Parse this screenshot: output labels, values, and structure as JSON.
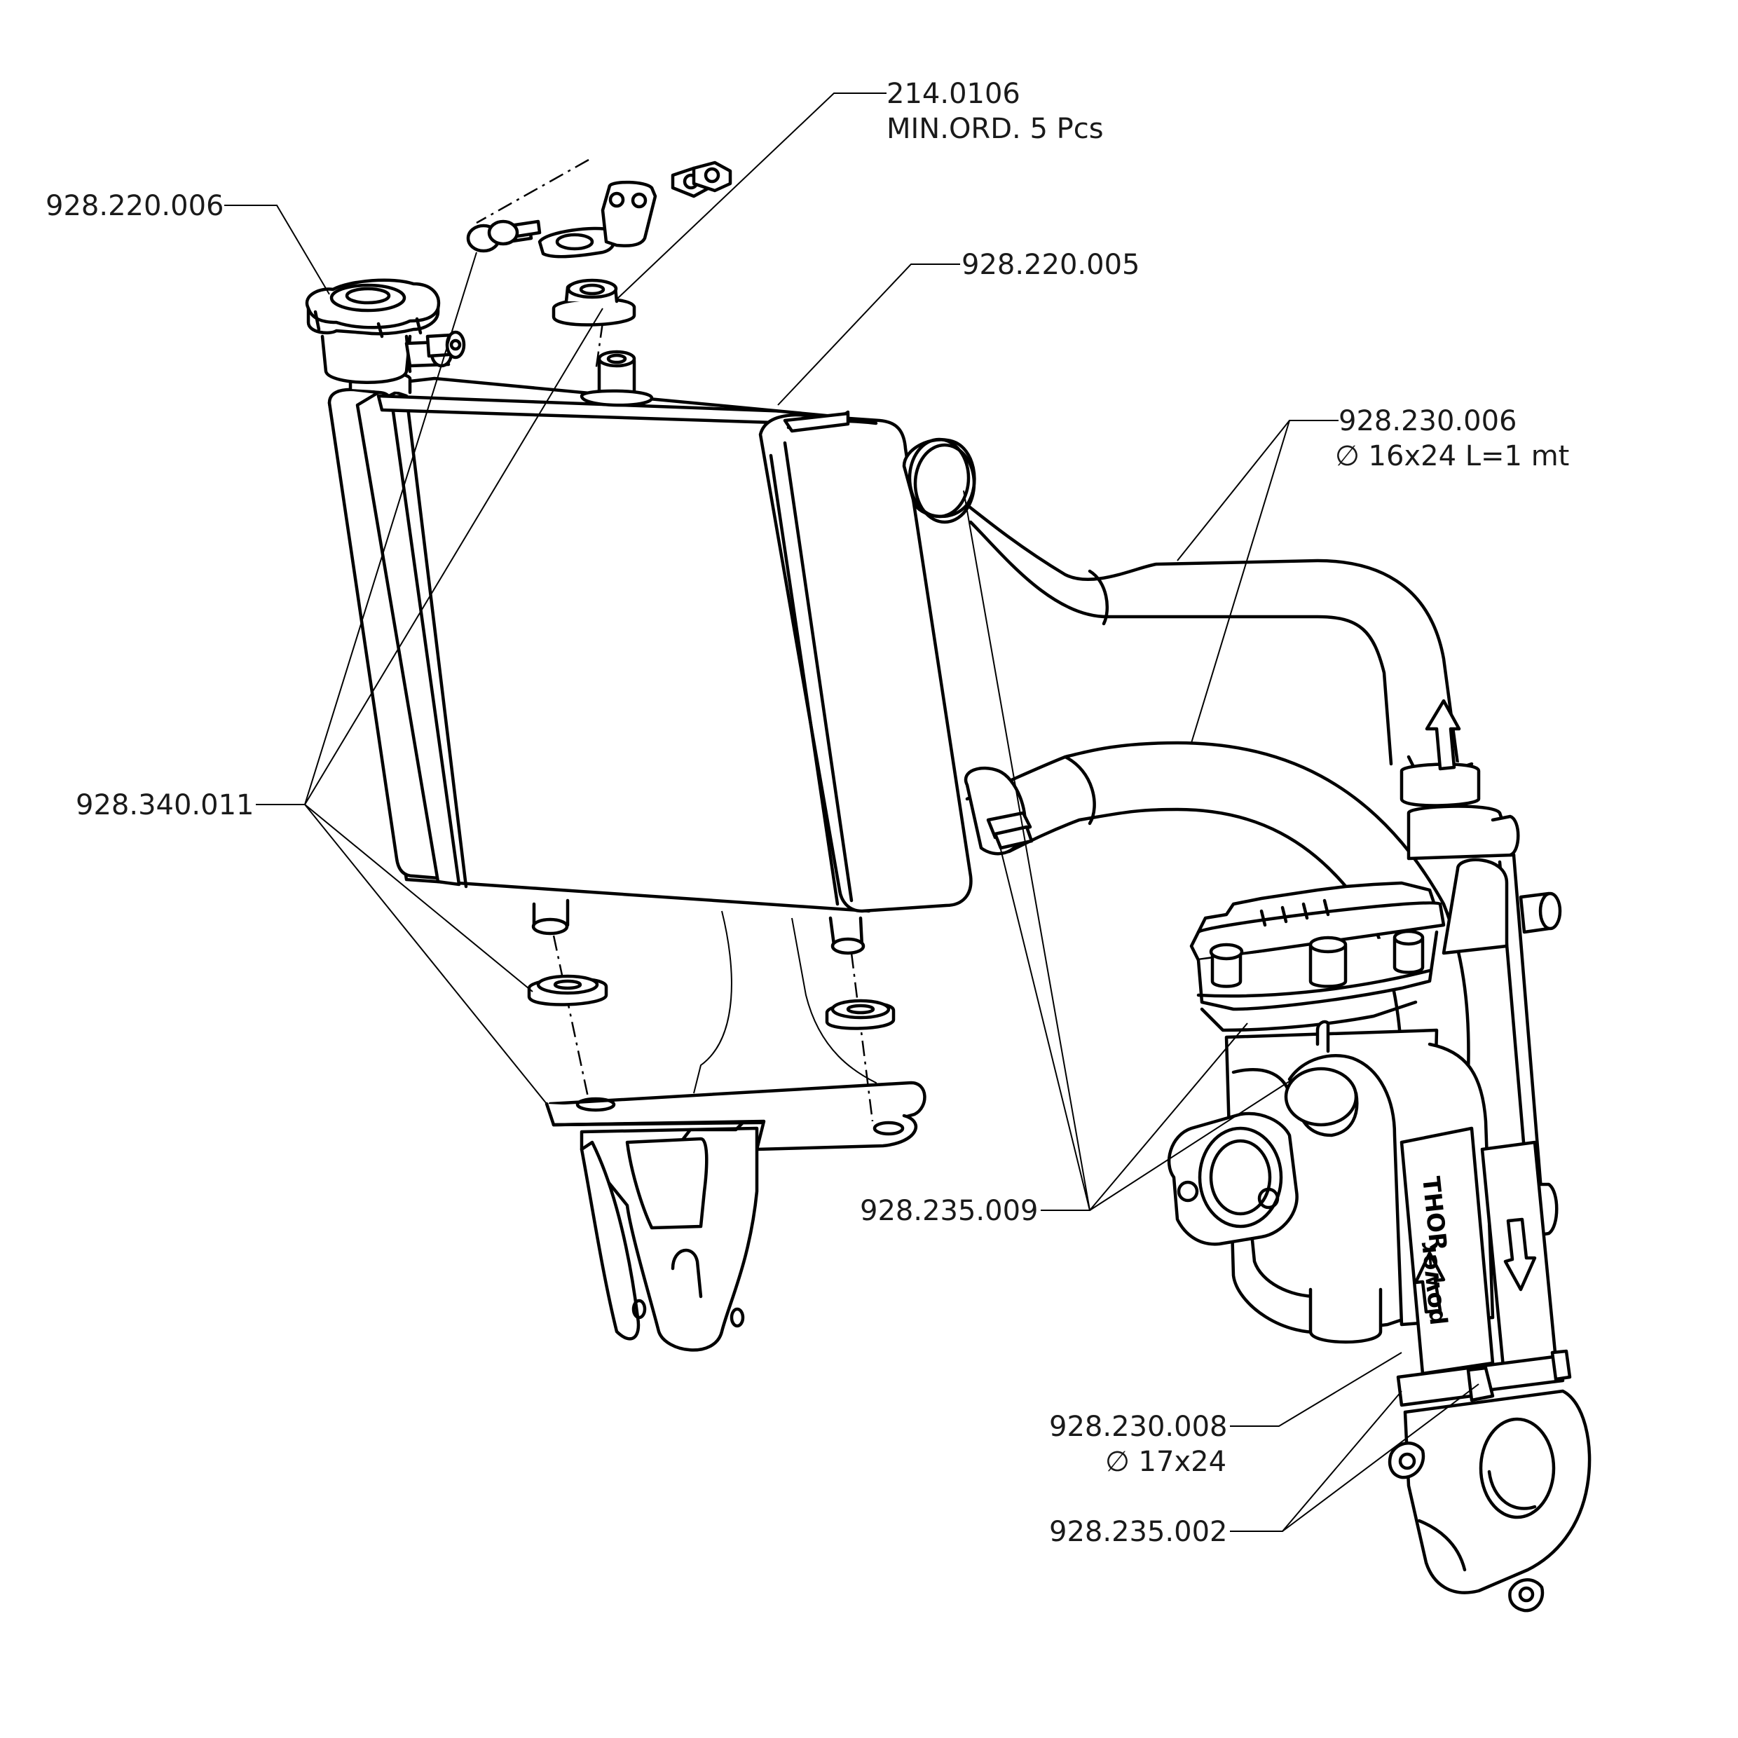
{
  "labels": {
    "kit_code": "214.0106",
    "kit_note": "MIN.ORD. 5 Pcs",
    "cap": "928.220.006",
    "tank": "928.220.005",
    "hose_large": "928.230.006",
    "hose_large_spec": "∅ 16x24  L=1 mt",
    "grommets": "928.340.011",
    "clamps_large": "928.235.009",
    "hose_small": "928.230.008",
    "hose_small_spec": "∅ 17x24",
    "clamps_small": "928.235.002"
  },
  "markings": {
    "brand": "THOR",
    "word": "power"
  },
  "colors": {
    "stroke": "#000000",
    "fill": "#ffffff",
    "text": "#1a1a1a"
  }
}
